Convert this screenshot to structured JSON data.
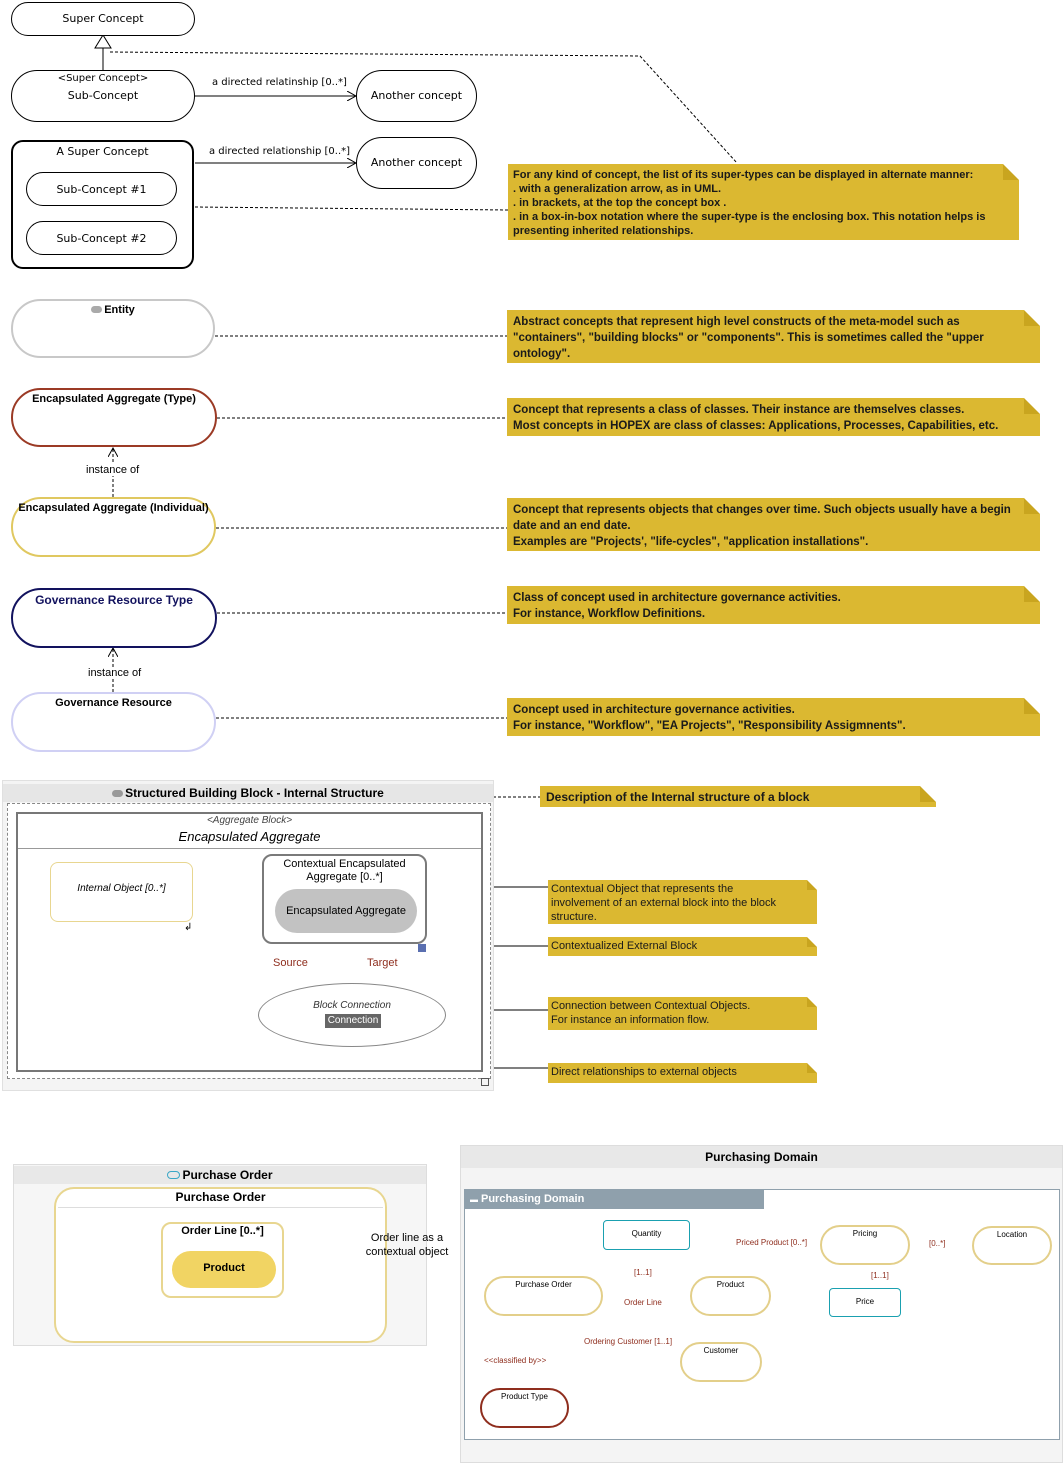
{
  "top": {
    "super_concept": "Super Concept",
    "sub_concept_stereo": "<Super Concept>",
    "sub_concept": "Sub-Concept",
    "another_concept_1": "Another concept",
    "rel_1": "a directed relatinship [0..*]",
    "a_super_concept": "A Super Concept",
    "sub_concept_1": "Sub-Concept #1",
    "sub_concept_2": "Sub-Concept #2",
    "rel_2": "a directed relationship [0..*]",
    "another_concept_2": "Another concept",
    "note": [
      "For any kind of concept, the list of its super-types can be displayed in alternate manner:",
      ". with a generalization arrow, as in UML.",
      ". in brackets, at the top the concept box .",
      ". in a box-in-box notation where the super-type is the enclosing box. This notation helps is",
      "presenting inherited relationships."
    ]
  },
  "legend": {
    "entity": "Entity",
    "entity_note": [
      "Abstract concepts that represent high level constructs of the meta-model such as",
      "\"containers\", \"building blocks\" or \"components\". This is sometimes called the \"upper",
      "ontology\"."
    ],
    "enc_type": "Encapsulated Aggregate (Type)",
    "enc_type_note": [
      "Concept that represents a class of classes. Their instance are themselves classes.",
      "Most concepts  in HOPEX are class of classes: Applications, Processes, Capabilities, etc."
    ],
    "instance_of_1": "instance of",
    "enc_ind": "Encapsulated Aggregate (Individual)",
    "enc_ind_note": [
      "Concept that represents objects that changes over time. Such objects usually have a begin",
      "date and an end date.",
      "Examples are \"Projects', \"life-cycles\", \"application installations\"."
    ],
    "gov_type": "Governance Resource Type",
    "gov_type_note": [
      "Class of concept used in architecture governance activities.",
      "For instance, Workflow Definitions."
    ],
    "instance_of_2": "instance of",
    "gov_res": "Governance Resource",
    "gov_res_note": [
      "Concept used in architecture governance activities.",
      "For instance, \"Workflow\", \"EA Projects\", \"Responsibility Assigmnents\"."
    ]
  },
  "block": {
    "title": "Structured Building Block - Internal Structure",
    "stereo": "<Aggregate Block>",
    "name": "Encapsulated Aggregate",
    "internal_object": "Internal Object [0..*]",
    "contextual_1": "Contextual Encapsulated",
    "contextual_2": "Aggregate [0..*]",
    "inner_enc": "Encapsulated Aggregate",
    "source": "Source",
    "target": "Target",
    "block_connection": "Block Connection",
    "connection": "Connection",
    "desc_note": "Description of the Internal structure of a block",
    "ctx_note": [
      "Contextual Object that represents the",
      "involvement of an external block into the block",
      "structure."
    ],
    "ext_note": "Contextualized External Block",
    "conn_note": [
      "Connection between Contextual Objects.",
      "For instance an information flow."
    ],
    "direct_note": "Direct relationships to external objects"
  },
  "purchase": {
    "title": "Purchase Order",
    "inner_title": "Purchase Order",
    "order_line": "Order Line [0..*]",
    "product": "Product",
    "callout_1": "Order line as a",
    "callout_2": "contextual object"
  },
  "domain": {
    "title": "Purchasing Domain",
    "tab": "Purchasing Domain",
    "quantity": "Quantity",
    "purchase_order": "Purchase Order",
    "product": "Product",
    "pricing": "Pricing",
    "location": "Location",
    "price": "Price",
    "customer": "Customer",
    "product_type": "Product Type",
    "lbl_11a": "[1..1]",
    "lbl_order_line": "Order Line",
    "lbl_priced": "Priced Product [0..*]",
    "lbl_0star": "[0..*]",
    "lbl_11b": "[1..1]",
    "lbl_ordering": "Ordering Customer [1..1]",
    "lbl_classified": "<<classified by>>"
  },
  "colors": {
    "note": "#dbb831",
    "entity": "#c8c8c8",
    "type_red": "#9b3a25",
    "individual": "#e0c860",
    "gov_type": "#12125e",
    "gov_res": "#d0d0f4",
    "domain_teal": "#1aa0b0",
    "domain_tan": "#e3cf8a",
    "domain_red": "#8f2e1e"
  }
}
